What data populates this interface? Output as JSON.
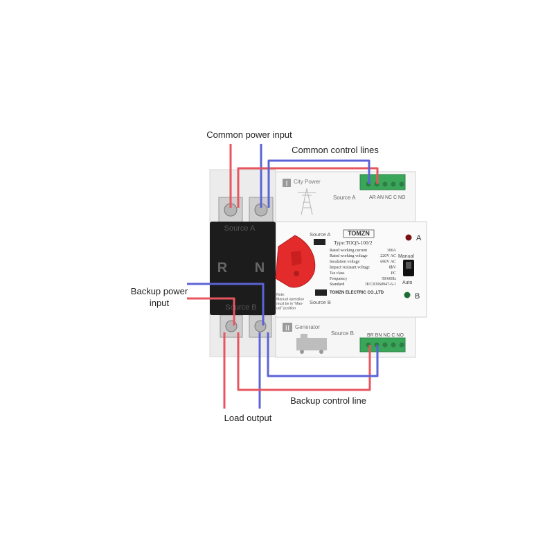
{
  "labels": {
    "common_power_input": "Common power input",
    "common_control_lines": "Common control lines",
    "backup_power_input_line1": "Backup power",
    "backup_power_input_line2": "input",
    "backup_control_line": "Backup control line",
    "load_output": "Load output"
  },
  "device": {
    "source_a_block": "Source A",
    "source_b_block": "Source B",
    "pole_r": "R",
    "pole_n": "N",
    "section_i": "I",
    "section_ii": "II",
    "city_power": "City Power",
    "source_a_top": "Source A",
    "generator": "Generator",
    "source_b_bottom": "Source B",
    "terminal_top_labels": "AR AN NC C NO",
    "terminal_bottom_labels": "BR BN NC C NO",
    "brand": "TOMZN",
    "type": "Type:TOQ5-100/2",
    "spec_rows": [
      [
        "Rated working current",
        "100A"
      ],
      [
        "Rated working voltage",
        "220V AC"
      ],
      [
        "Insulation voltage",
        "690V AC"
      ],
      [
        "Impact-resistant voltage",
        "8kV"
      ],
      [
        "Tse class",
        "PC"
      ],
      [
        "Frequency",
        "50/60Hz"
      ],
      [
        "Standard",
        "IEC/EN60947-6-1"
      ]
    ],
    "company": "TOMZN ELECTRIC CO.,LTD",
    "note_lines": [
      "Note:",
      "Manual operation",
      "must be in \"Man-",
      "ual\" position"
    ],
    "switch_source_a": "Source A",
    "switch_source_b": "Source B",
    "led_a": "A",
    "led_b": "B",
    "mode_manual": "Manual",
    "mode_auto": "Auto"
  },
  "colors": {
    "red_wire": "#e8555f",
    "blue_wire": "#5b63d6",
    "black_block": "#1c1c1c",
    "knob": "#e32b2b",
    "terminal_green": "#3aa65a",
    "body": "#f4f4f4"
  }
}
